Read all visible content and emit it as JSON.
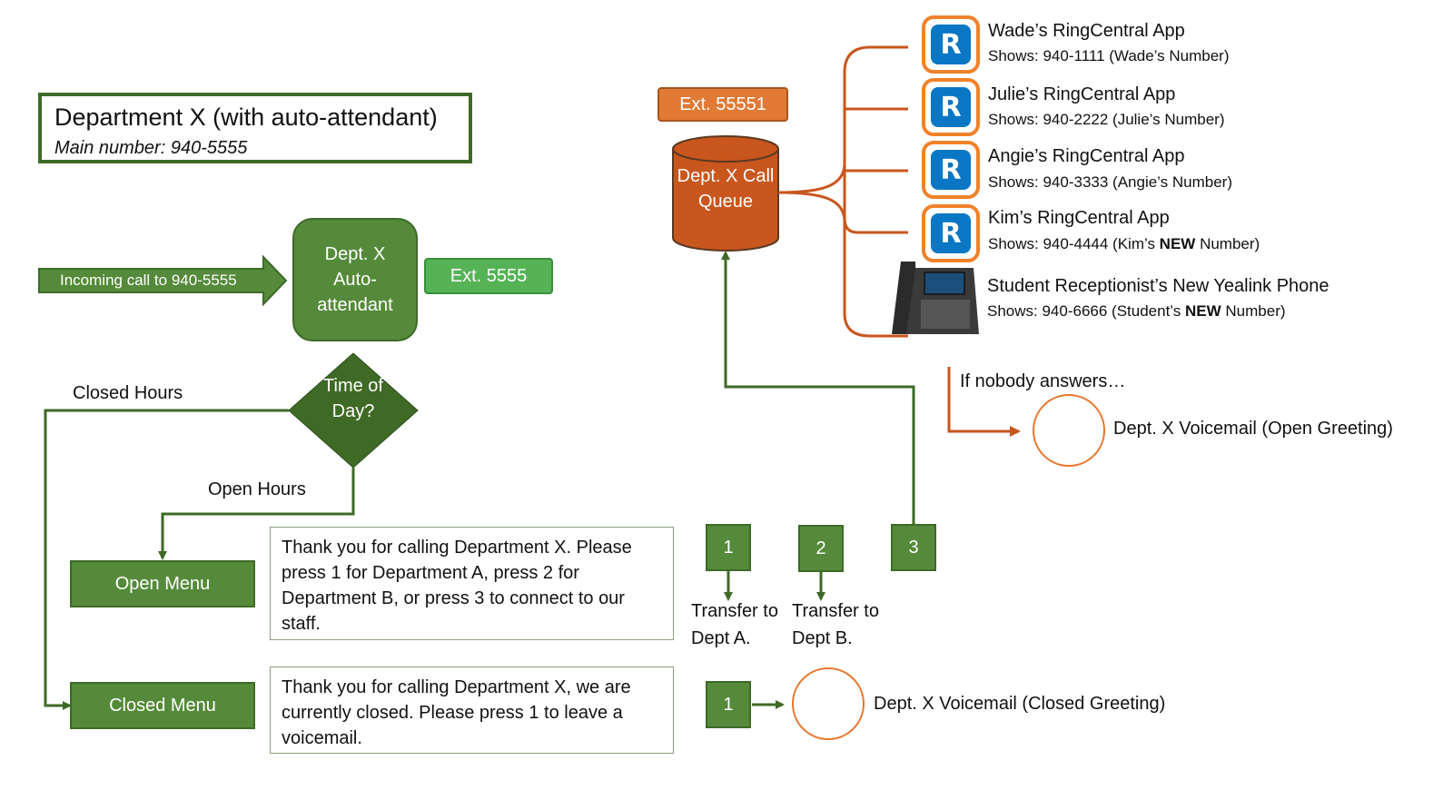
{
  "title": {
    "main": "Department X (with auto-attendant)",
    "sub": "Main number: 940-5555"
  },
  "incoming": {
    "label": "Incoming call to 940-5555"
  },
  "auto_attendant": {
    "label": "Dept. X Auto-attendant",
    "ext": "Ext. 5555"
  },
  "decision": {
    "label": "Time of Day?",
    "closed_label": "Closed Hours",
    "open_label": "Open Hours"
  },
  "open_menu": {
    "label": "Open Menu",
    "message": "Thank you for calling Department X. Please press 1 for Department A, press 2 for Department B, or press 3 to connect to our staff."
  },
  "closed_menu": {
    "label": "Closed Menu",
    "message": "Thank you for calling Department X, we are currently closed. Please press 1 to leave a voicemail."
  },
  "options": [
    {
      "key": "1",
      "target": "Transfer to Dept A."
    },
    {
      "key": "2",
      "target": "Transfer to Dept B."
    },
    {
      "key": "3"
    }
  ],
  "closed_option": {
    "key": "1",
    "target": "Dept. X Voicemail (Closed Greeting)"
  },
  "queue": {
    "ext": "Ext. 55551",
    "label": "Dept. X Call Queue"
  },
  "agents": [
    {
      "name": "Wade’s RingCentral App",
      "shows": "Shows: 940-1111 (Wade’s Number)",
      "device": "ringcentral-app"
    },
    {
      "name": "Julie’s RingCentral App",
      "shows": "Shows: 940-2222 (Julie’s Number)",
      "device": "ringcentral-app"
    },
    {
      "name": "Angie’s RingCentral App",
      "shows": "Shows: 940-3333 (Angie’s Number)",
      "device": "ringcentral-app"
    },
    {
      "name": "Kim’s RingCentral App",
      "shows_prefix": "Shows: 940-4444 (Kim’s ",
      "shows_bold": "NEW",
      "shows_suffix": " Number)",
      "device": "ringcentral-app"
    },
    {
      "name": "Student Receptionist’s New Yealink Phone",
      "shows_prefix": "Shows: 940-6666 (Student’s ",
      "shows_bold": "NEW",
      "shows_suffix": " Number)",
      "device": "desk-phone"
    }
  ],
  "no_answer": {
    "label": "If nobody answers…",
    "target": "Dept. X Voicemail (Open Greeting)"
  },
  "colors": {
    "green": "#558a3a",
    "dark_green": "#3f6a26",
    "light_green": "#55b356",
    "orange": "#e07a35",
    "queue_orange": "#c9561d",
    "rc_blue": "#0a77c4"
  }
}
